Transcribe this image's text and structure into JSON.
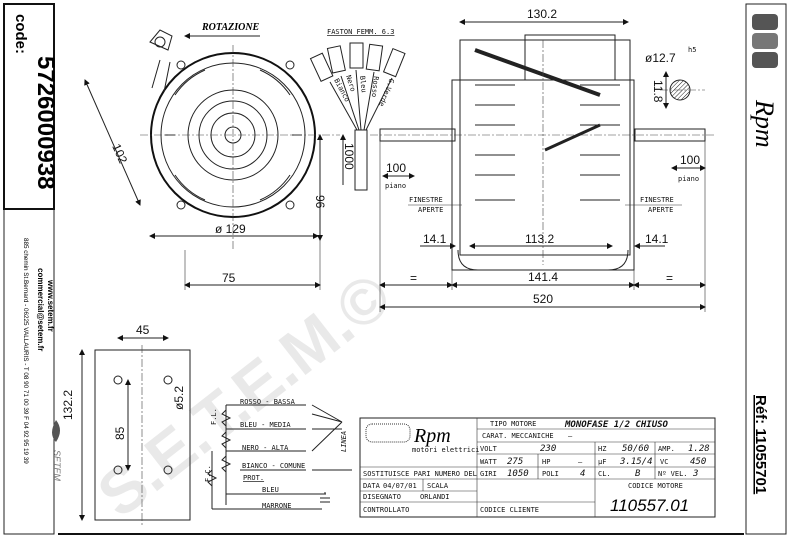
{
  "left_strip": {
    "code_label": "code:",
    "code_value": "5726000938",
    "website": "www.setem.fr",
    "email": "commercial@setem.fr",
    "address": "885 chemin St.Bernard  -  06225 VALLAURIS  -  T 08 90 71 00 39  F 04 92 95 19 39",
    "logo_text": "SETEM"
  },
  "right_strip": {
    "brand": "Rpm",
    "ref": "Réf: 11055701"
  },
  "watermark": "S.E.T.E.M.©",
  "front_view": {
    "rotation_label": "ROTAZIONE",
    "dim_diameter": "ø 129",
    "dim_75": "75",
    "dim_96": "96",
    "dim_102": "102"
  },
  "leads": {
    "title": "FASTON FEMM. 6.3",
    "wires": [
      "Bianco",
      "Nero",
      "Bleu",
      "Rosso",
      "G.Verde"
    ],
    "dim_length": "1000"
  },
  "side_view": {
    "dim_width": "130.2",
    "dim_shaft_dia": "ø12.7",
    "dim_shaft_tol": "h5",
    "dim_flat": "11.8",
    "dim_left_100": "100",
    "dim_right_100": "100",
    "piano_left": "piano",
    "piano_right": "piano",
    "windows_left": [
      "FINESTRE",
      "APERTE"
    ],
    "windows_right": [
      "FINESTRE",
      "APERTE"
    ],
    "dim_14_left": "14.1",
    "dim_113": "113.2",
    "dim_14_right": "14.1",
    "dim_eq_left": "=",
    "dim_141": "141.4",
    "dim_eq_right": "=",
    "dim_520": "520"
  },
  "bracket": {
    "dim_45": "45",
    "dim_132": "132.2",
    "dim_85": "85",
    "dim_hole": "ø5.2"
  },
  "wiring": {
    "rosso": "ROSSO - BASSA",
    "bleu_media": "BLEU - MEDIA",
    "nero": "NERO - ALTA",
    "bianco": "BIANCO - COMUNE",
    "prot": "PROT.",
    "bleu": "BLEU",
    "marrone": "MARRONE",
    "fl": "F.L.",
    "fc": "F.C.",
    "linea": "LINEA"
  },
  "title_block": {
    "logo": "Rpm",
    "logo_sub": "motori elettrici",
    "tipo_motore_label": "TIPO MOTORE",
    "tipo_motore_value": "MONOFASE 1/2 CHIUSO",
    "carat_label": "CARAT. MECCANICHE",
    "carat_value": "—",
    "volt_label": "VOLT",
    "volt_value": "230",
    "hz_label": "HZ",
    "hz_value": "50/60",
    "amp_label": "AMP.",
    "amp_value": "1.28",
    "watt_label": "WATT",
    "watt_value": "275",
    "hp_label": "HP",
    "hp_value": "—",
    "uf_label": "µF",
    "uf_value": "3.15/4",
    "vc_label": "VC",
    "vc_value": "450",
    "giri_label": "GIRI",
    "giri_value": "1050",
    "poli_label": "POLI",
    "poli_value": "4",
    "cl_label": "CL.",
    "cl_value": "B",
    "nvel_label": "Nº VEL.",
    "nvel_value": "3",
    "sostituisce": "SOSTITUISCE PARI NUMERO DEL",
    "data_label": "DATA",
    "data_value": "04/07/01",
    "scala_label": "SCALA",
    "disegnato_label": "DISEGNATO",
    "disegnato_value": "ORLANDI",
    "controllato_label": "CONTROLLATO",
    "codice_cliente_label": "CODICE CLIENTE",
    "codice_motore_label": "CODICE MOTORE",
    "codice_motore_value": "110557.01"
  }
}
